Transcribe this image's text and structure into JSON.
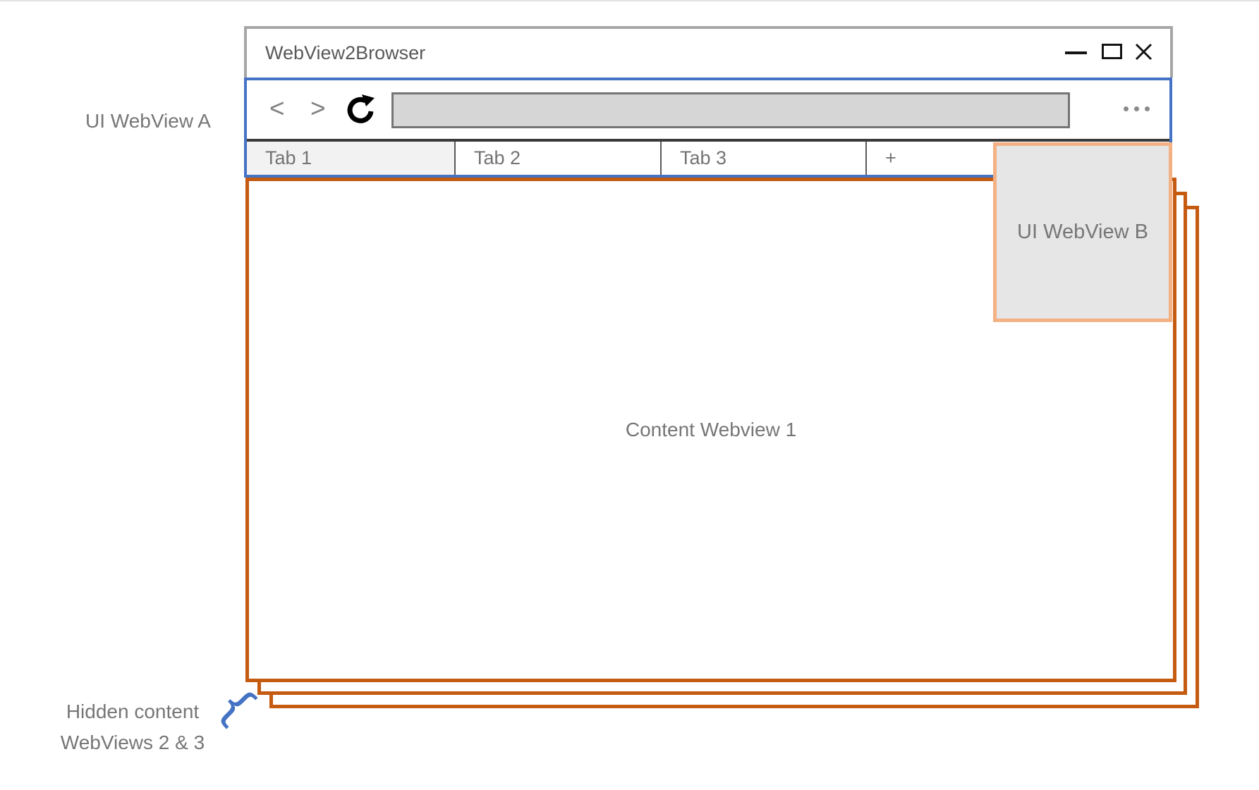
{
  "window": {
    "title": "WebView2Browser",
    "controls": {
      "minimize": "minimize-icon",
      "maximize": "maximize-icon",
      "close": "close-icon"
    }
  },
  "toolbar": {
    "back_label": "<",
    "forward_label": ">",
    "reload_icon": "reload-icon",
    "address_value": "",
    "menu_icon": "ellipsis-icon"
  },
  "tabs": [
    {
      "label": "Tab 1",
      "active": true
    },
    {
      "label": "Tab 2",
      "active": false
    },
    {
      "label": "Tab 3",
      "active": false
    },
    {
      "label": "+",
      "active": false
    }
  ],
  "annotations": {
    "ui_webview_a": "UI WebView A",
    "ui_webview_b": "UI WebView B",
    "content_webview_1": "Content Webview 1",
    "hidden_webviews_line1": "Hidden content",
    "hidden_webviews_line2": "WebViews 2 & 3"
  },
  "colors": {
    "accent_blue": "#4472C4",
    "webview_orange": "#C55A11",
    "webview_b_peach": "#F4B183",
    "titlebar_gray": "#A6A6A6",
    "panel_gray_fill": "#E6E6E6",
    "tab_active_fill": "#F2F2F2",
    "addressbar_fill": "#D6D6D6",
    "label_gray": "#767676"
  }
}
